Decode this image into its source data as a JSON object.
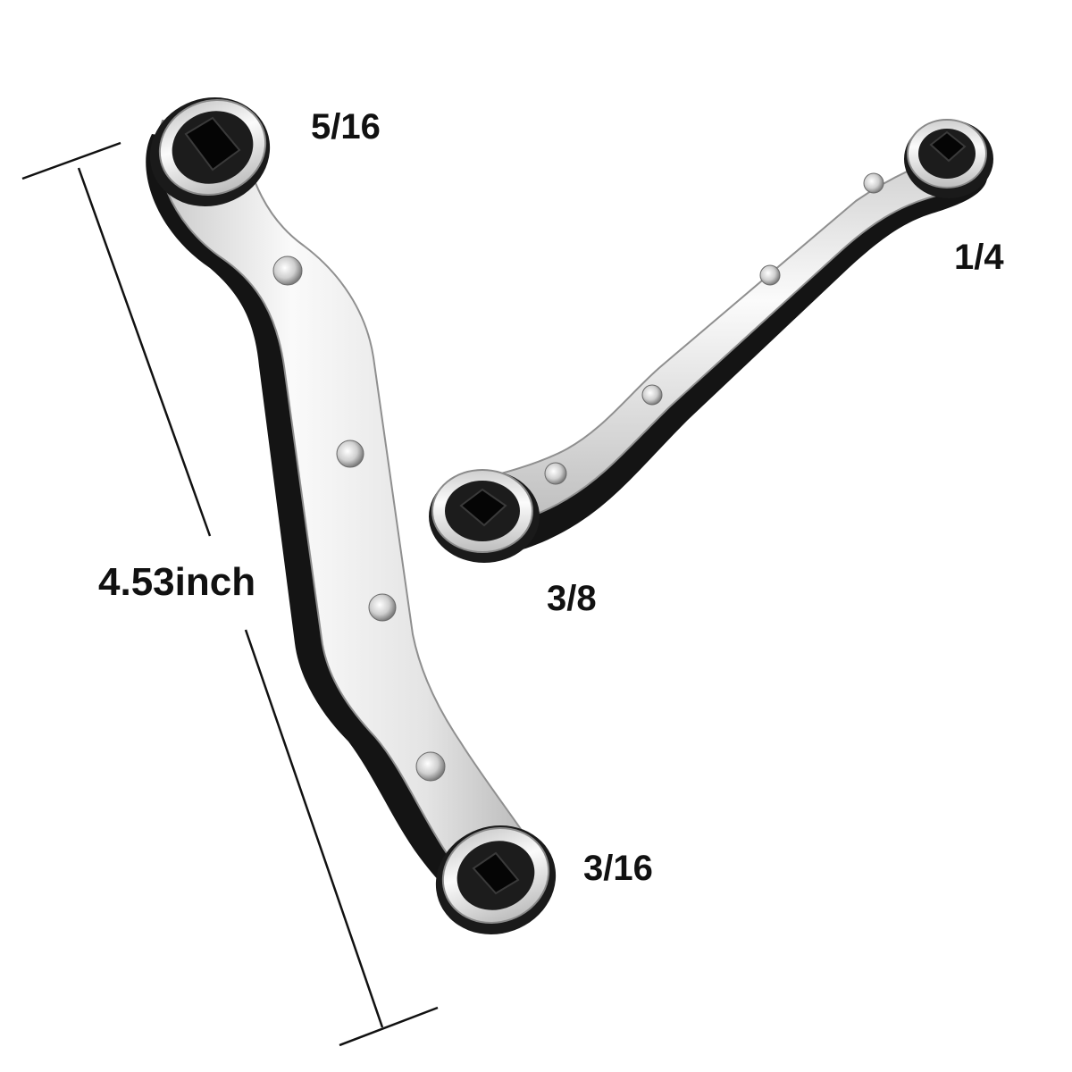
{
  "image": {
    "subject": "two-offset-ratchet-wrenches",
    "background_color": "#ffffff",
    "metal_color": "#e6e6e6",
    "core_color": "#151515"
  },
  "long_wrench": {
    "top_size": "5/16",
    "bottom_size": "3/16",
    "length_label": "4.53inch"
  },
  "short_wrench": {
    "right_size": "1/4",
    "left_size": "3/8"
  }
}
